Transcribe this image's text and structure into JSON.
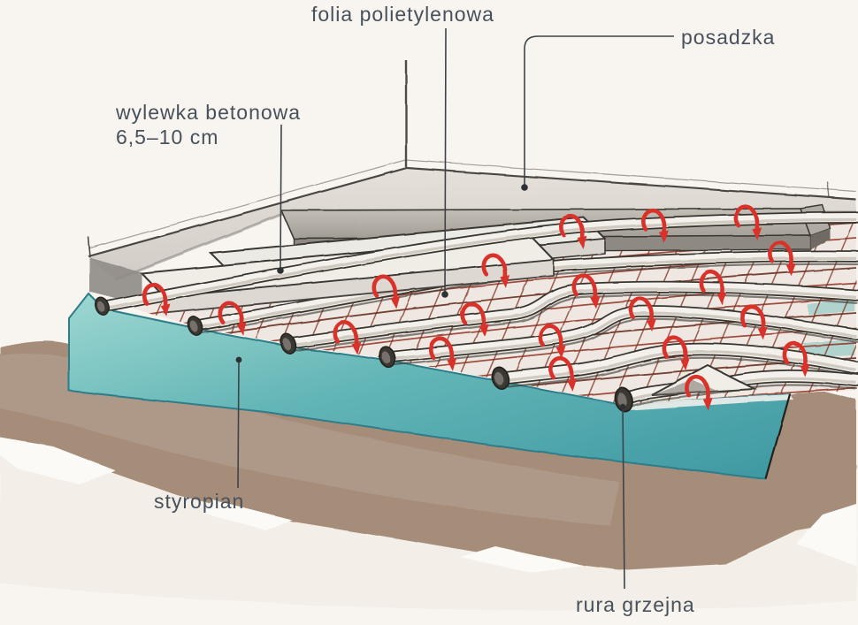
{
  "figure": {
    "kind": "hand-drawn cutaway illustration",
    "subject": "underfloor heating floor cross-section"
  },
  "labels": {
    "folia": "folia polietylenowa",
    "posadzka": "posadzka",
    "wylewka_l1": "wylewka betonowa",
    "wylewka_l2": "6,5–10 cm",
    "styropian": "styropian",
    "rura": "rura grzejna"
  },
  "palette": {
    "background": "#f8f5f1",
    "label_text": "#47515b",
    "leader_line": "#3f4347",
    "clip_red": "#d8332a",
    "mesh_red": "#8e3322",
    "styrofoam_teal": "#5fb3b4",
    "ground_brown": "#a58d7a",
    "concrete_gray": "#b5b1a9",
    "pipe_white": "#f4f1ec",
    "outline_dark": "#37342f"
  }
}
